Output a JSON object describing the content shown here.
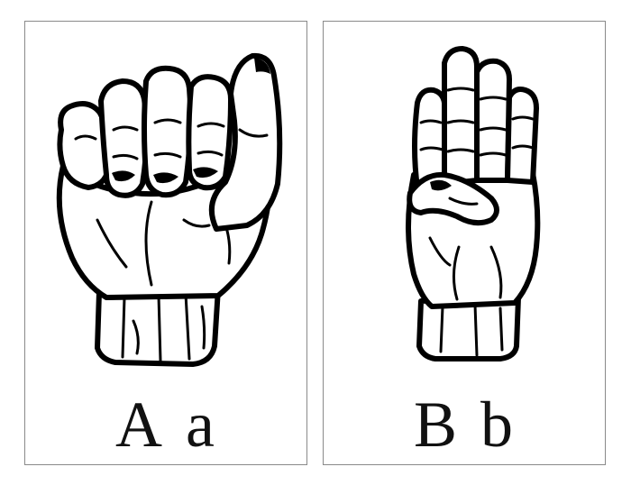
{
  "cards": [
    {
      "sign": "fist-a",
      "uppercase": "A",
      "lowercase": "a"
    },
    {
      "sign": "flat-hand-b",
      "uppercase": "B",
      "lowercase": "b"
    }
  ],
  "colors": {
    "ink": "#000000",
    "border": "#8a8a8a",
    "background": "#ffffff"
  }
}
